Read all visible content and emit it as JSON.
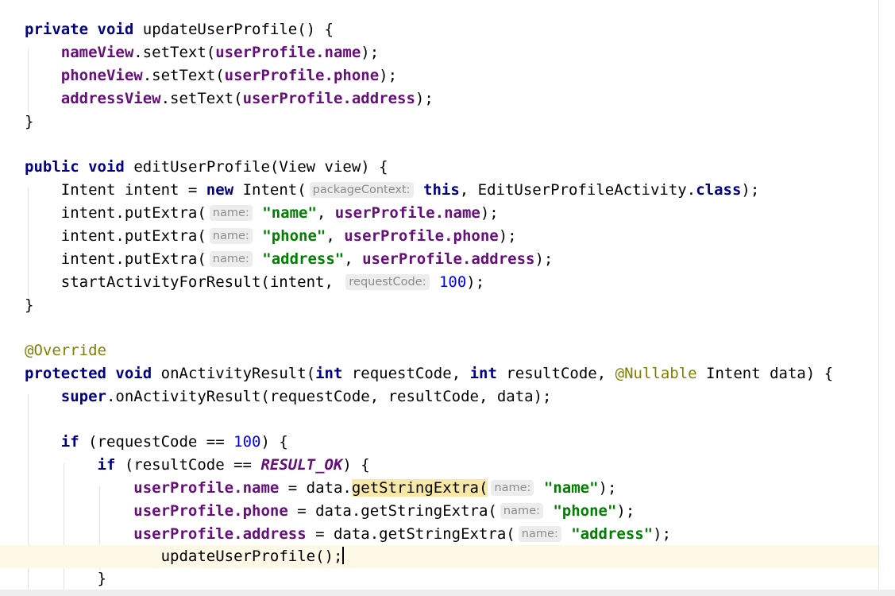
{
  "editor": {
    "method1": {
      "signature": {
        "mod": "private",
        "type": "void",
        "name": "updateUserProfile",
        "rest": "() {"
      },
      "lines": [
        {
          "view": "nameView",
          "call": ".setText(",
          "obj": "userProfile",
          "field": ".name",
          "end": ");"
        },
        {
          "view": "phoneView",
          "call": ".setText(",
          "obj": "userProfile",
          "field": ".phone",
          "end": ");"
        },
        {
          "view": "addressView",
          "call": ".setText(",
          "obj": "userProfile",
          "field": ".address",
          "end": ");"
        }
      ],
      "close": "}"
    },
    "method2": {
      "signature": {
        "mod": "public",
        "type": "void",
        "name": "editUserProfile",
        "rest": "(View view) {"
      },
      "intent_line": {
        "pre": "Intent intent = ",
        "new_kw": "new",
        "ctor": " Intent(",
        "hint": "packageContext:",
        "this_kw": "this",
        "mid": ", EditUserProfileActivity.",
        "class_kw": "class",
        "end": ");"
      },
      "put_extras": [
        {
          "call": "intent.putExtra(",
          "hint": "name:",
          "key": "\"name\"",
          "sep": ", ",
          "obj": "userProfile",
          "field": ".name",
          "end": ");"
        },
        {
          "call": "intent.putExtra(",
          "hint": "name:",
          "key": "\"phone\"",
          "sep": ", ",
          "obj": "userProfile",
          "field": ".phone",
          "end": ");"
        },
        {
          "call": "intent.putExtra(",
          "hint": "name:",
          "key": "\"address\"",
          "sep": ", ",
          "obj": "userProfile",
          "field": ".address",
          "end": ");"
        }
      ],
      "start_line": {
        "call": "startActivityForResult(intent, ",
        "hint": "requestCode:",
        "value": "100",
        "end": ");"
      },
      "close": "}"
    },
    "method3": {
      "annotation": "@Override",
      "signature": {
        "mod": "protected",
        "type": "void",
        "name": "onActivityResult(",
        "int1": "int",
        "p1": " requestCode, ",
        "int2": "int",
        "p2": " resultCode, ",
        "nullable": "@Nullable",
        "p3": " Intent data) {"
      },
      "super_line": {
        "kw": "super",
        "rest": ".onActivityResult(requestCode, resultCode, data);"
      },
      "if1": {
        "kw": "if",
        "pre": " (requestCode == ",
        "value": "100",
        "end": ") {"
      },
      "if2": {
        "kw": "if",
        "pre": " (resultCode == ",
        "const": "RESULT_OK",
        "end": ") {"
      },
      "assignments": [
        {
          "obj": "userProfile",
          "field": ".name",
          "mid": " = data.",
          "method": "getStringExtra(",
          "hint": "name:",
          "key": "\"name\"",
          "end": ");"
        },
        {
          "obj": "userProfile",
          "field": ".phone",
          "mid": " = data.",
          "method": "getStringExtra(",
          "hint": "name:",
          "key": "\"phone\"",
          "end": ");"
        },
        {
          "obj": "userProfile",
          "field": ".address",
          "mid": " = data.",
          "method": "getStringExtra(",
          "hint": "name:",
          "key": "\"address\"",
          "end": ");"
        }
      ],
      "update_call": "updateUserProfile();",
      "close_inner": "}"
    }
  },
  "colors": {
    "keyword": "#000080",
    "field": "#660e7a",
    "string": "#008000",
    "number": "#0000ff",
    "annotation": "#808000",
    "current_line": "#fdf9e6",
    "usage_highlight": "#f7e8a8"
  }
}
